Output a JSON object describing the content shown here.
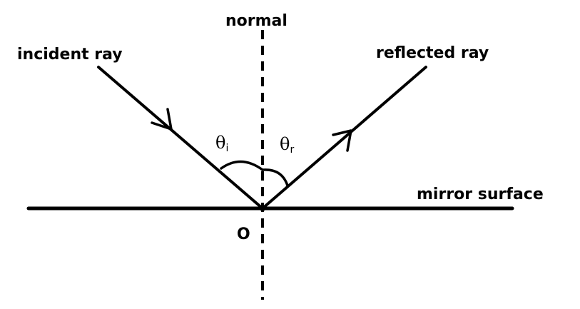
{
  "labels": {
    "normal": "normal",
    "incident": "incident ray",
    "reflected": "reflected ray",
    "mirror": "mirror surface",
    "origin": "O"
  },
  "angles": {
    "incidence": {
      "symbol": "θ",
      "subscript": "i"
    },
    "reflection": {
      "symbol": "θ",
      "subscript": "r"
    }
  },
  "colors": {
    "ink": "#000000",
    "background": "#ffffff"
  }
}
